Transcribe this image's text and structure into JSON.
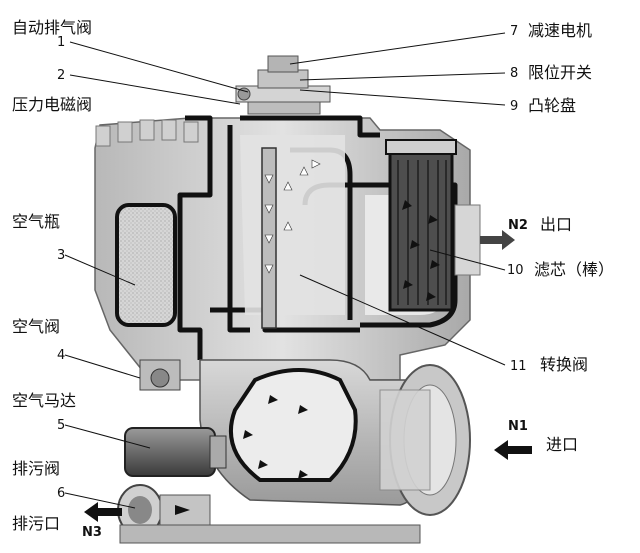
{
  "labels_left": {
    "auto_vent": "自动排气阀",
    "pressure_valve": "压力电磁阀",
    "air_bottle": "空气瓶",
    "air_valve": "空气阀",
    "air_motor": "空气马达",
    "drain_valve": "排污阀",
    "drain_port": "排污口"
  },
  "labels_right": {
    "reducer_motor": "减速电机",
    "limit_switch": "限位开关",
    "cam_disc": "凸轮盘",
    "outlet": "出口",
    "filter_element": "滤芯（棒）",
    "switch_valve": "转换阀",
    "inlet": "进口"
  },
  "numbers": {
    "n1": "1",
    "n2": "2",
    "n3": "3",
    "n4": "4",
    "n5": "5",
    "n6": "6",
    "n7": "7",
    "n8": "8",
    "n9": "9",
    "n10": "10",
    "n11": "11"
  },
  "flow_tags": {
    "inlet": "N1",
    "outlet": "N2",
    "drain": "N3"
  },
  "colors": {
    "body": "#c9c9c9",
    "body_dark": "#8a8a8a",
    "wall": "#1a1a1a",
    "inner": "#e3e3e3",
    "filter": "#555555"
  }
}
